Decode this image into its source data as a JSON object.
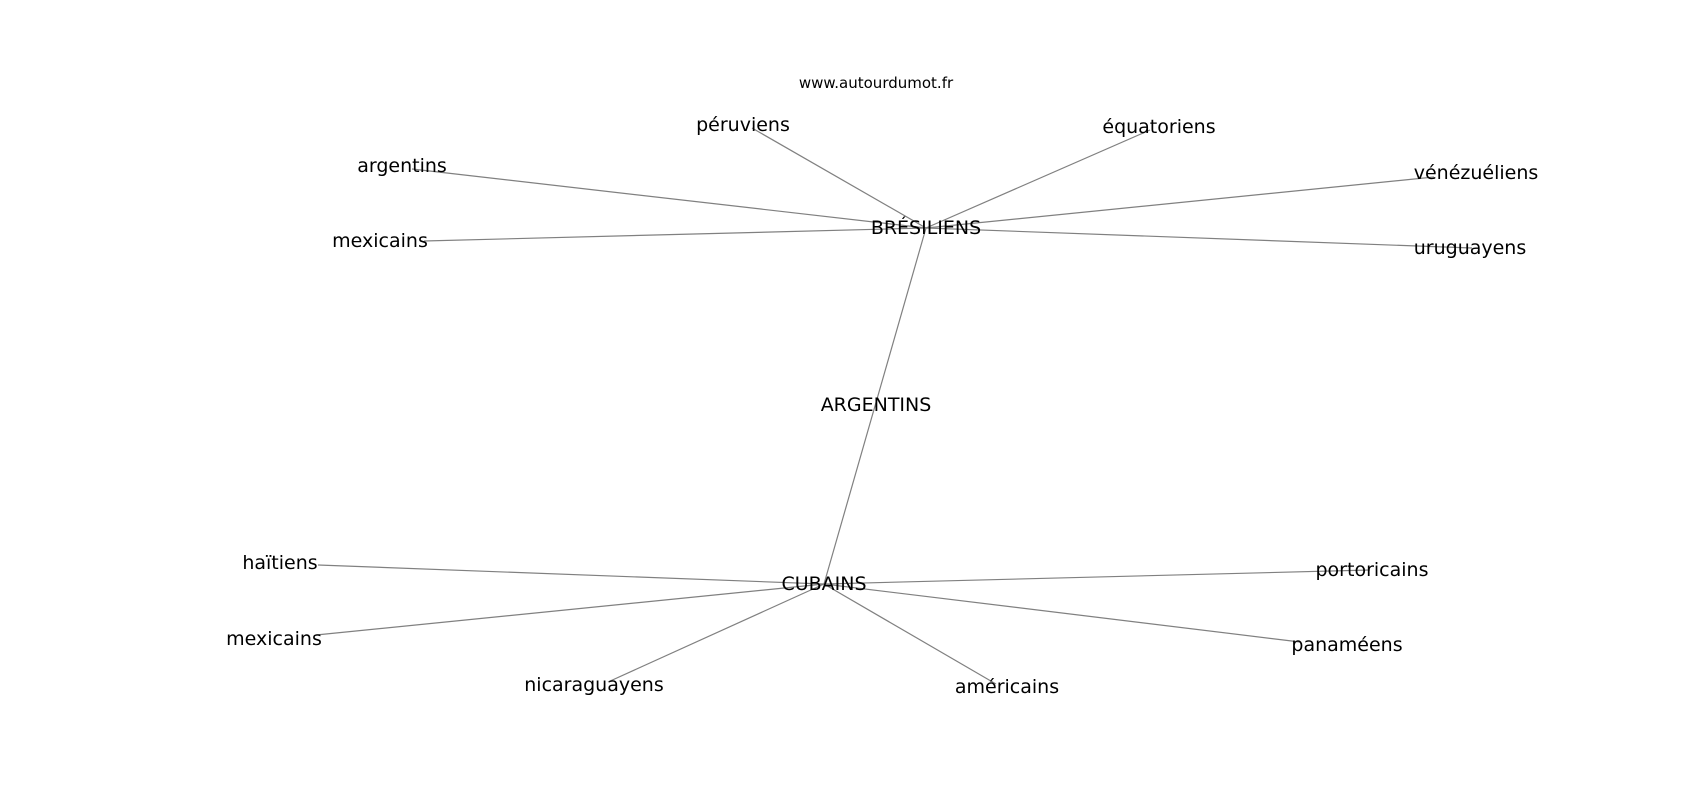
{
  "source": "www.autourdumot.fr",
  "center": {
    "label": "ARGENTINS"
  },
  "hubs": [
    {
      "id": "bresiliens",
      "label": "BRÉSILIENS"
    },
    {
      "id": "cubains",
      "label": "CUBAINS"
    }
  ],
  "leaves": [
    {
      "id": "bres-peruviens",
      "hub": "bresiliens",
      "label": "péruviens"
    },
    {
      "id": "bres-equatoriens",
      "hub": "bresiliens",
      "label": "équatoriens"
    },
    {
      "id": "bres-argentins",
      "hub": "bresiliens",
      "label": "argentins"
    },
    {
      "id": "bres-venezueliens",
      "hub": "bresiliens",
      "label": "vénézuéliens"
    },
    {
      "id": "bres-mexicains",
      "hub": "bresiliens",
      "label": "mexicains"
    },
    {
      "id": "bres-uruguayens",
      "hub": "bresiliens",
      "label": "uruguayens"
    },
    {
      "id": "cub-haitiens",
      "hub": "cubains",
      "label": "haïtiens"
    },
    {
      "id": "cub-portoricains",
      "hub": "cubains",
      "label": "portoricains"
    },
    {
      "id": "cub-mexicains",
      "hub": "cubains",
      "label": "mexicains"
    },
    {
      "id": "cub-panameens",
      "hub": "cubains",
      "label": "panaméens"
    },
    {
      "id": "cub-nicaraguayens",
      "hub": "cubains",
      "label": "nicaraguayens"
    },
    {
      "id": "cub-americains",
      "hub": "cubains",
      "label": "américains"
    }
  ],
  "edges": [
    {
      "from": "bresiliens",
      "to": "cubains"
    },
    {
      "from": "bresiliens",
      "to": "bres-peruviens"
    },
    {
      "from": "bresiliens",
      "to": "bres-equatoriens"
    },
    {
      "from": "bresiliens",
      "to": "bres-argentins"
    },
    {
      "from": "bresiliens",
      "to": "bres-venezueliens"
    },
    {
      "from": "bresiliens",
      "to": "bres-mexicains"
    },
    {
      "from": "bresiliens",
      "to": "bres-uruguayens"
    },
    {
      "from": "cubains",
      "to": "cub-haitiens"
    },
    {
      "from": "cubains",
      "to": "cub-portoricains"
    },
    {
      "from": "cubains",
      "to": "cub-mexicains"
    },
    {
      "from": "cubains",
      "to": "cub-panameens"
    },
    {
      "from": "cubains",
      "to": "cub-nicaraguayens"
    },
    {
      "from": "cubains",
      "to": "cub-americains"
    }
  ],
  "colors": {
    "edge": "#808080",
    "text": "#000000",
    "background": "#ffffff"
  }
}
